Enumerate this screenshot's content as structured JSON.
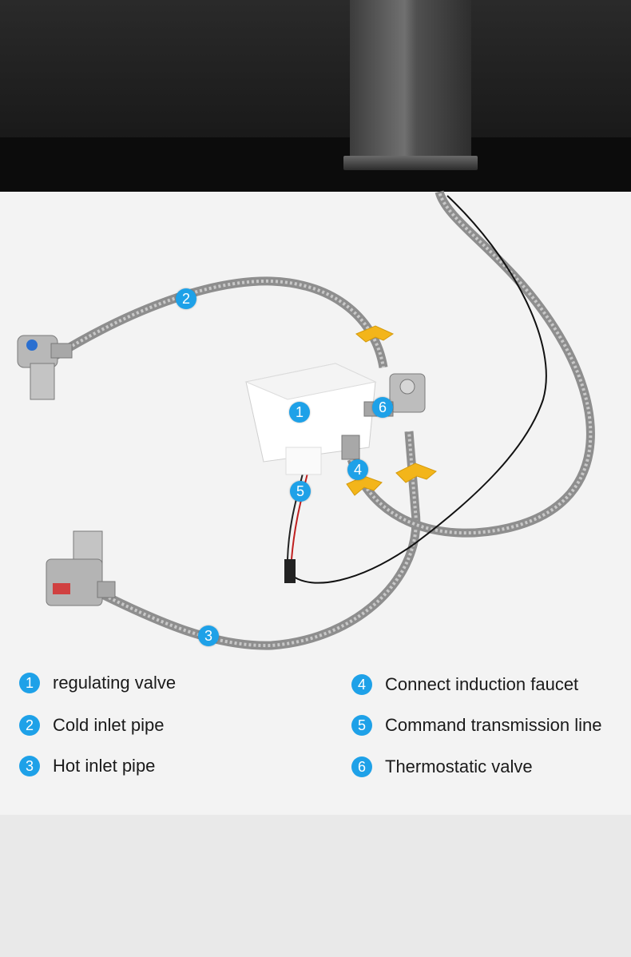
{
  "photo": {
    "badges": [
      "1",
      "2",
      "3",
      "4",
      "5",
      "6"
    ]
  },
  "legend": [
    {
      "number": "1",
      "label": "regulating valve"
    },
    {
      "number": "2",
      "label": "Cold inlet pipe"
    },
    {
      "number": "3",
      "label": "Hot inlet pipe"
    },
    {
      "number": "4",
      "label": "Connect induction faucet"
    },
    {
      "number": "5",
      "label": "Command transmission line"
    },
    {
      "number": "6",
      "label": "Thermostatic valve"
    }
  ],
  "colors": {
    "badge": "#1ea1e8",
    "hose": "#9a9a9a",
    "clip": "#f3b51a",
    "box": "#ffffff"
  }
}
